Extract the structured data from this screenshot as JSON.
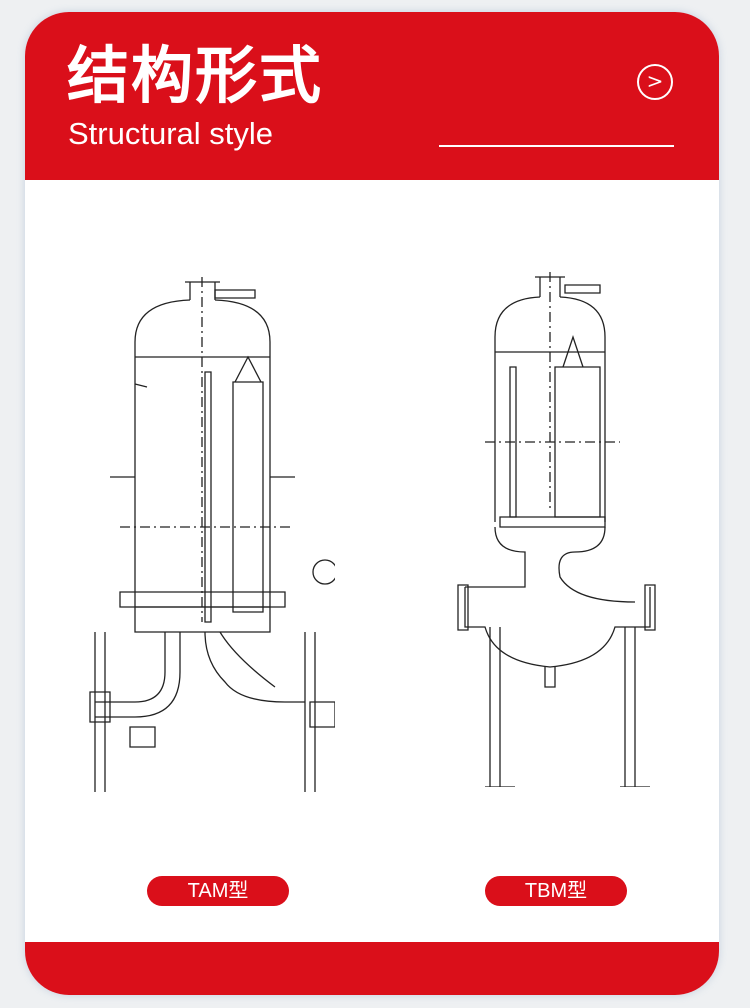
{
  "header": {
    "title": "结构形式",
    "subtitle": "Structural style",
    "more_icon": "chevron-right-circle-icon"
  },
  "models": [
    {
      "label": "TAM型"
    },
    {
      "label": "TBM型"
    }
  ],
  "colors": {
    "accent": "#da0f1a",
    "background": "#eef0f2"
  }
}
